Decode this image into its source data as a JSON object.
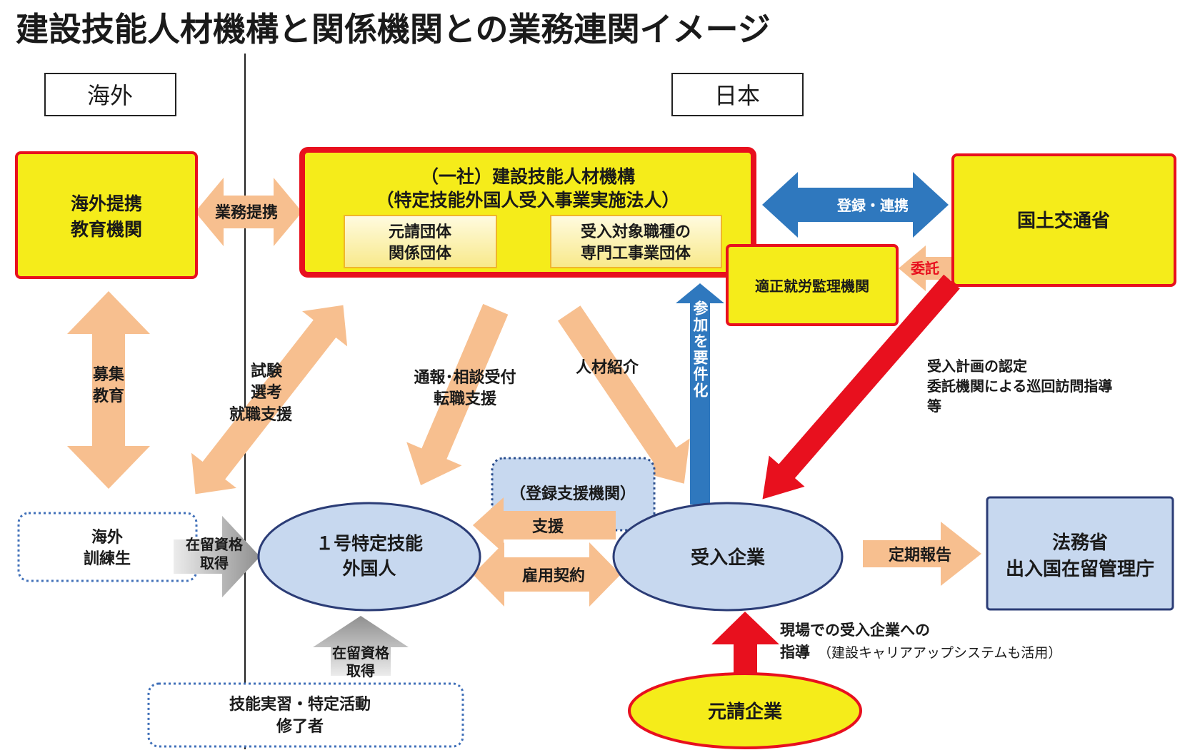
{
  "title": "建設技能人材機構と関係機関との業務連関イメージ",
  "regions": {
    "overseas": "海外",
    "japan": "日本"
  },
  "nodes": {
    "overseas_partner": {
      "line1": "海外提携",
      "line2": "教育機関"
    },
    "jac": {
      "line1": "（一社）建設技能人材機構",
      "line2": "（特定技能外国人受入事業実施法人）",
      "member_a_line1": "元請団体",
      "member_a_line2": "関係団体",
      "member_b_line1": "受入対象職種の",
      "member_b_line2": "専門工事業団体"
    },
    "mlit": "国土交通省",
    "monitoring": "適正就労監理機関",
    "trainees": {
      "line1": "海外",
      "line2": "訓練生"
    },
    "worker": {
      "line1": "１号特定技能",
      "line2": "外国人"
    },
    "employer": "受入企業",
    "moj": {
      "line1": "法務省",
      "line2": "出入国在留管理庁"
    },
    "support_org": "（登録支援機関）",
    "completers": {
      "line1": "技能実習・特定活動",
      "line2": "修了者"
    },
    "general_contractor": "元請企業"
  },
  "labels": {
    "business_partnership": "業務提携",
    "registration_link": "登録・連携",
    "commission": "委託",
    "recruit_educate_1": "募集",
    "recruit_educate_2": "教育",
    "exam_1": "試験",
    "exam_2": "選考",
    "exam_3": "就職支援",
    "report_1": "通報･相談受付",
    "report_2": "転職支援",
    "referral": "人材紹介",
    "participation_required": "参加を要件化",
    "plan_1": "受入計画の認定",
    "plan_2": "委託機関による巡回訪問指導",
    "plan_3": "等",
    "status_acquire_1a": "在留資格",
    "status_acquire_1b": "取得",
    "status_acquire_2a": "在留資格",
    "status_acquire_2b": "取得",
    "support": "支援",
    "employment_contract": "雇用契約",
    "periodic_report": "定期報告",
    "site_guidance_1": "現場での受入企業への",
    "site_guidance_2": "指導",
    "site_guidance_note": "（建設キャリアアップシステムも活用）"
  },
  "colors": {
    "yellow": "#f5ec1a",
    "red": "#e8101e",
    "peach": "#f7bf8f",
    "blue_arrow": "#2f78be",
    "light_blue": "#c7d8ef",
    "dotted_blue": "#3f6fb8",
    "navy": "#2b3c76",
    "gray": "#a6a6a6"
  }
}
